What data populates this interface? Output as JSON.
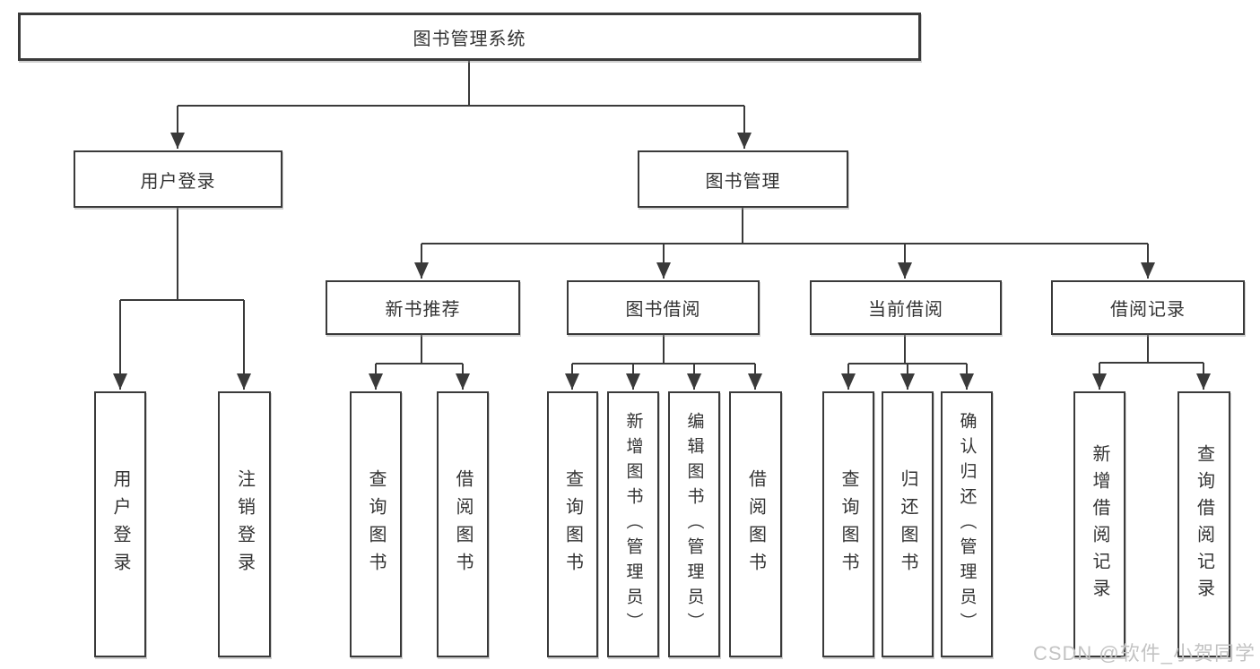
{
  "nodes": {
    "root": {
      "label": "图书管理系统"
    },
    "user_login": {
      "label": "用户登录",
      "children": [
        {
          "label": "用户登录"
        },
        {
          "label": "注销登录"
        }
      ]
    },
    "book_management": {
      "label": "图书管理",
      "children": [
        {
          "label": "新书推荐",
          "children": [
            {
              "label": "查询图书"
            },
            {
              "label": "借阅图书"
            }
          ]
        },
        {
          "label": "图书借阅",
          "children": [
            {
              "label": "查询图书"
            },
            {
              "label": "新增图书（管理员）"
            },
            {
              "label": "编辑图书（管理员）"
            },
            {
              "label": "借阅图书"
            }
          ]
        },
        {
          "label": "当前借阅",
          "children": [
            {
              "label": "查询图书"
            },
            {
              "label": "归还图书"
            },
            {
              "label": "确认归还（管理员）"
            }
          ]
        },
        {
          "label": "借阅记录",
          "children": [
            {
              "label": "新增借阅记录"
            },
            {
              "label": "查询借阅记录"
            }
          ]
        }
      ]
    }
  },
  "watermark": "CSDN @软件_小贺同学",
  "colors": {
    "line": "#3a3a3a",
    "box_border": "#3a3a3a",
    "box_fill": "#ffffff",
    "text": "#333333",
    "watermark": "#c3c3c3",
    "background": "#ffffff"
  }
}
